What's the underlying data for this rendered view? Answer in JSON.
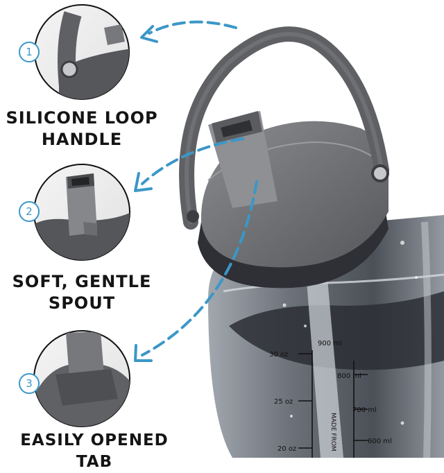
{
  "features": [
    {
      "number": "1",
      "label_lines": [
        "SILICONE LOOP",
        "HANDLE"
      ]
    },
    {
      "number": "2",
      "label_lines": [
        "SOFT, GENTLE",
        "SPOUT"
      ]
    },
    {
      "number": "3",
      "label_lines": [
        "EASILY OPENED TAB"
      ]
    }
  ],
  "bottle": {
    "oz_marks": [
      "30 oz",
      "25 oz",
      "20 oz"
    ],
    "ml_marks": [
      "900 ml",
      "800 ml",
      "700 ml",
      "600 ml"
    ],
    "vertical_text": "MADE FROM"
  },
  "colors": {
    "accent": "#3b97c8",
    "lid_gray": "#6b6d70",
    "label_text": "#141414"
  }
}
